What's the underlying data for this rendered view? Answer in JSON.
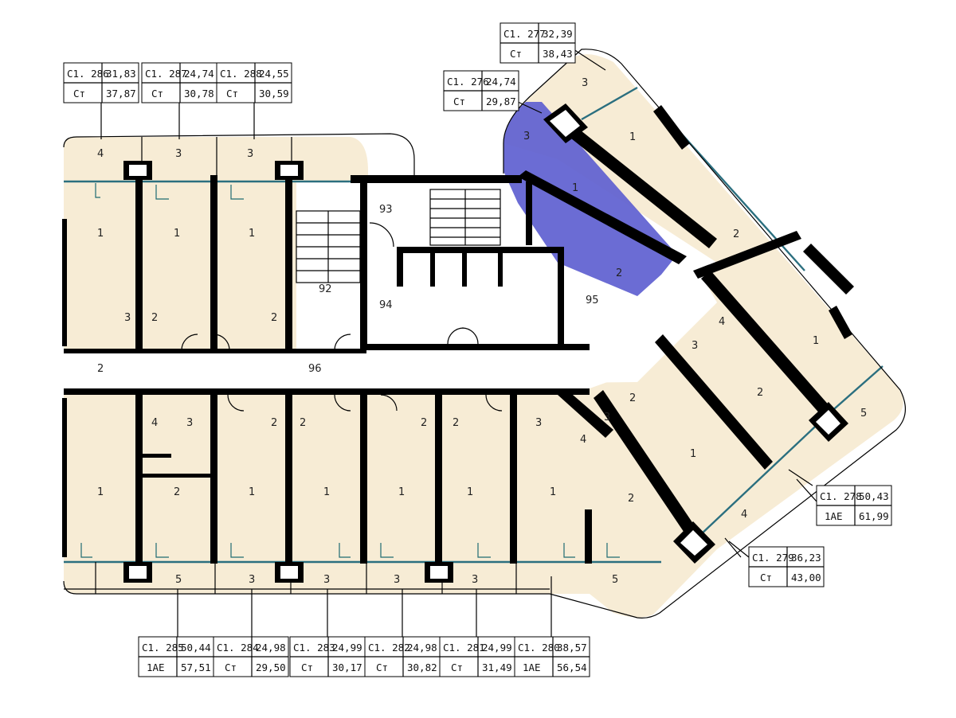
{
  "plan": {
    "highlight_color": "#5e5fd0",
    "floor_color": "#f7ecd5",
    "labels": [
      {
        "id": "t286",
        "code": "С1. 286",
        "area": "31,83",
        "type": "Ст",
        "total": "37,87"
      },
      {
        "id": "t287",
        "code": "С1. 287",
        "area": "24,74",
        "type": "Ст",
        "total": "30,78"
      },
      {
        "id": "t288",
        "code": "С1. 288",
        "area": "24,55",
        "type": "Ст",
        "total": "30,59"
      },
      {
        "id": "t276",
        "code": "С1. 276",
        "area": "24,74",
        "type": "Ст",
        "total": "29,87"
      },
      {
        "id": "t277",
        "code": "С1. 277",
        "area": "32,39",
        "type": "Ст",
        "total": "38,43"
      },
      {
        "id": "t278",
        "code": "С1. 278",
        "area": "50,43",
        "type": "1АЕ",
        "total": "61,99"
      },
      {
        "id": "t279",
        "code": "С1. 279",
        "area": "36,23",
        "type": "Ст",
        "total": "43,00"
      },
      {
        "id": "t285",
        "code": "С1. 285",
        "area": "50,44",
        "type": "1АЕ",
        "total": "57,51"
      },
      {
        "id": "t284",
        "code": "С1. 284",
        "area": "24,98",
        "type": "Ст",
        "total": "29,50"
      },
      {
        "id": "t283",
        "code": "С1. 283",
        "area": "24,99",
        "type": "Ст",
        "total": "30,17"
      },
      {
        "id": "t282",
        "code": "С1. 282",
        "area": "24,98",
        "type": "Ст",
        "total": "30,82"
      },
      {
        "id": "t281",
        "code": "С1. 281",
        "area": "24,99",
        "type": "Ст",
        "total": "31,49"
      },
      {
        "id": "t280",
        "code": "С1. 280",
        "area": "38,57",
        "type": "1АЕ",
        "total": "56,54"
      }
    ],
    "rooms": {
      "r92": "92",
      "r93": "93",
      "r94": "94",
      "r95": "95",
      "r96": "96",
      "one": "1",
      "two": "2",
      "three": "3",
      "four": "4",
      "five": "5"
    }
  }
}
